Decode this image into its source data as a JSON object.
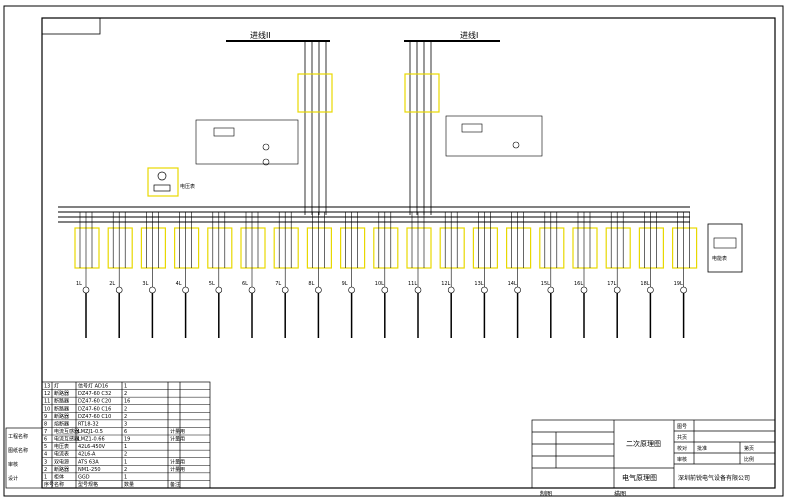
{
  "bus_labels": {
    "left": "进线II",
    "right": "进线I"
  },
  "panel_labels": {
    "voltage_box": "电压表",
    "meter": "电能表"
  },
  "branch_labels": [
    "1L",
    "2L",
    "3L",
    "4L",
    "5L",
    "6L",
    "7L",
    "8L",
    "9L",
    "10L",
    "11L",
    "12L",
    "13L",
    "14L",
    "15L",
    "16L",
    "17L",
    "18L",
    "19L"
  ],
  "title_block": {
    "doc_type": "二次原理图",
    "drawing_name": "电气原理图",
    "company": "深圳前锐电气设备有限公司",
    "row_labels": [
      "图号",
      "共页",
      "校对",
      "审核",
      "批准"
    ],
    "right_labels": [
      "第页",
      "比例"
    ],
    "made_label": "制图",
    "drawn_label": "描图"
  },
  "bom": {
    "headers": [
      "序号",
      "名称",
      "型号规格",
      "数量",
      "备注"
    ],
    "rows": [
      [
        "13",
        "灯",
        "信号灯 AD16",
        "1",
        ""
      ],
      [
        "12",
        "断路器",
        "DZ47-60 C32",
        "2",
        ""
      ],
      [
        "11",
        "断路器",
        "DZ47-60 C20",
        "16",
        ""
      ],
      [
        "10",
        "断路器",
        "DZ47-60 C16",
        "2",
        ""
      ],
      [
        "9",
        "断路器",
        "DZ47-60 C10",
        "2",
        ""
      ],
      [
        "8",
        "熔断器",
        "RT18-32",
        "3",
        ""
      ],
      [
        "7",
        "电流互感器",
        "LMZJ1-0.5",
        "6",
        "计量用"
      ],
      [
        "6",
        "电流互感器",
        "LMZ1-0.66",
        "19",
        "计量用"
      ],
      [
        "5",
        "电压表",
        "42L6-450V",
        "1",
        ""
      ],
      [
        "4",
        "电流表",
        "42L6-A",
        "2",
        ""
      ],
      [
        "3",
        "双电源",
        "ATS 63A",
        "1",
        "计量用"
      ],
      [
        "2",
        "断路器",
        "NM1-250",
        "2",
        "计量用"
      ],
      [
        "1",
        "柜体",
        "GGD",
        "1",
        ""
      ]
    ],
    "side_labels": [
      "工程名称",
      "图纸名称",
      "审核",
      "设计"
    ]
  }
}
